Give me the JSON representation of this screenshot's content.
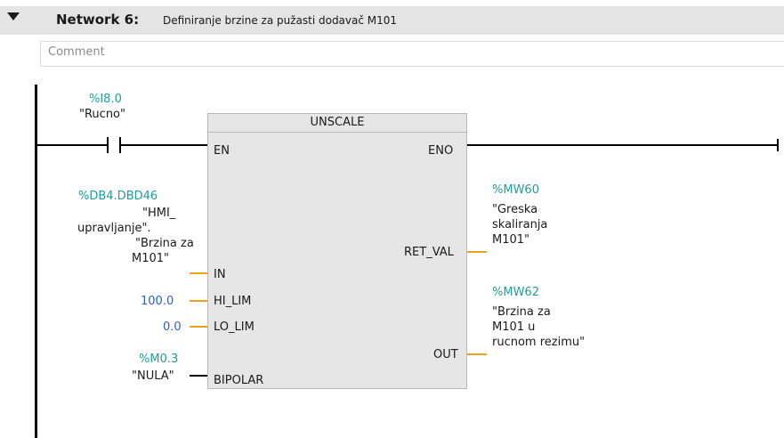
{
  "network": {
    "title": "Network 6:",
    "description": "Definiranje brzine za pužasti dodavač M101",
    "comment_placeholder": "Comment"
  },
  "contact": {
    "address": "%I8.0",
    "tag": "\"Rucno\""
  },
  "block": {
    "name": "UNSCALE",
    "pins": {
      "en": "EN",
      "eno": "ENO",
      "in": "IN",
      "hi_lim": "HI_LIM",
      "lo_lim": "LO_LIM",
      "bipolar": "BIPOLAR",
      "ret_val": "RET_VAL",
      "out": "OUT"
    }
  },
  "inputs": {
    "in": {
      "address": "%DB4.DBD46",
      "tag_lines": [
        "\"HMI_",
        "upravljanje\".",
        "\"Brzina za",
        "M101\""
      ]
    },
    "hi_lim": {
      "value": "100.0"
    },
    "lo_lim": {
      "value": "0.0"
    },
    "bipolar": {
      "address": "%M0.3",
      "tag": "\"NULA\""
    }
  },
  "outputs": {
    "ret_val": {
      "address": "%MW60",
      "tag_lines": [
        "\"Greska",
        "skaliranja",
        "M101\""
      ]
    },
    "out": {
      "address": "%MW62",
      "tag_lines": [
        "\"Brzina za",
        "M101 u",
        "rucnom rezimu\""
      ]
    }
  },
  "colors": {
    "address_teal": "#1f9d9a",
    "constant_blue": "#2d5fd0",
    "connector_orange": "#f0a020",
    "block_fill": "#e6e6e6",
    "header_fill": "#e4e4e4"
  }
}
